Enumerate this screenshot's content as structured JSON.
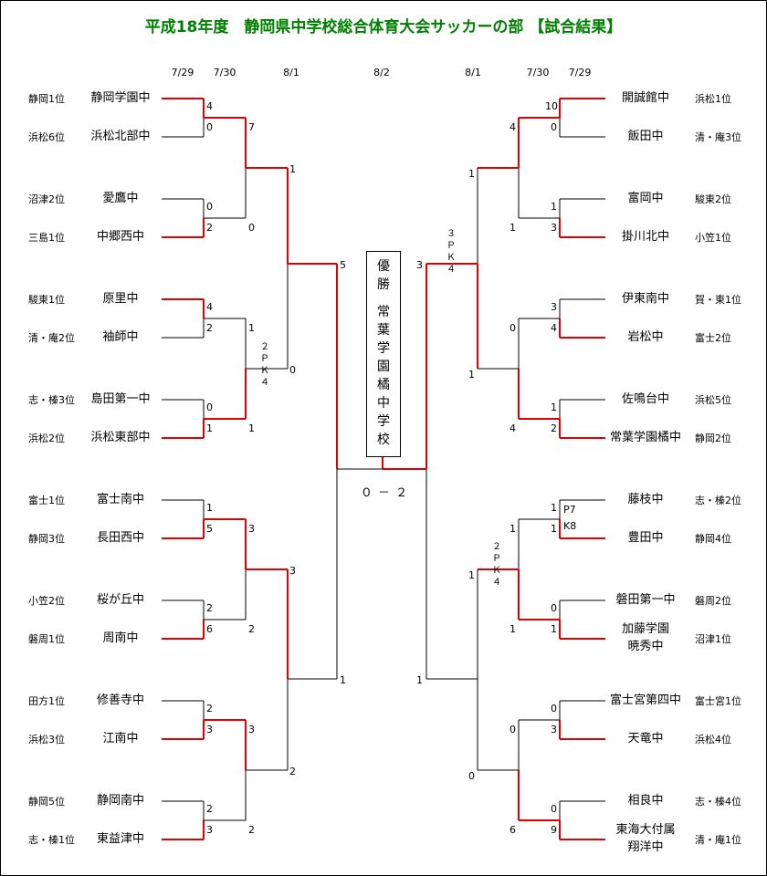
{
  "title": "平成18年度　静岡県中学校総合体育大会サッカーの部 【試合結果】",
  "dates_left": [
    "7/29",
    "7/30",
    "8/1"
  ],
  "date_center": "8/2",
  "dates_right": [
    "8/1",
    "7/30",
    "7/29"
  ],
  "left_teams": [
    {
      "rank": "静岡1位",
      "name": "静岡学園中"
    },
    {
      "rank": "浜松6位",
      "name": "浜松北部中"
    },
    {
      "rank": "沼津2位",
      "name": "愛鷹中"
    },
    {
      "rank": "三島1位",
      "name": "中郷西中"
    },
    {
      "rank": "駿東1位",
      "name": "原里中"
    },
    {
      "rank": "清・庵2位",
      "name": "袖師中"
    },
    {
      "rank": "志・榛3位",
      "name": "島田第一中"
    },
    {
      "rank": "浜松2位",
      "name": "浜松東部中"
    },
    {
      "rank": "富士1位",
      "name": "富士南中"
    },
    {
      "rank": "静岡3位",
      "name": "長田西中"
    },
    {
      "rank": "小笠2位",
      "name": "桜が丘中"
    },
    {
      "rank": "磐周1位",
      "name": "周南中"
    },
    {
      "rank": "田方1位",
      "name": "修善寺中"
    },
    {
      "rank": "浜松3位",
      "name": "江南中"
    },
    {
      "rank": "静岡5位",
      "name": "静岡南中"
    },
    {
      "rank": "志・榛1位",
      "name": "東益津中"
    }
  ],
  "right_teams": [
    {
      "name": "開誠館中",
      "rank": "浜松1位"
    },
    {
      "name": "飯田中",
      "rank": "清・庵3位"
    },
    {
      "name": "富岡中",
      "rank": "駿東2位"
    },
    {
      "name": "掛川北中",
      "rank": "小笠1位"
    },
    {
      "name": "伊東南中",
      "rank": "賀・東1位"
    },
    {
      "name": "岩松中",
      "rank": "富士2位"
    },
    {
      "name": "佐鳴台中",
      "rank": "浜松5位"
    },
    {
      "name": "常葉学園橘中",
      "rank": "静岡2位"
    },
    {
      "name": "藤枝中",
      "rank": "志・榛2位"
    },
    {
      "name": "豊田中",
      "rank": "静岡4位"
    },
    {
      "name": "磐田第一中",
      "rank": "磐周2位"
    },
    {
      "name": "加藤学園\n暁秀中",
      "rank": "沼津1位"
    },
    {
      "name": "富士宮第四中",
      "rank": "富士宮1位"
    },
    {
      "name": "天竜中",
      "rank": "浜松4位"
    },
    {
      "name": "相良中",
      "rank": "志・榛4位"
    },
    {
      "name": "東海大付属\n翔洋中",
      "rank": "清・庵1位"
    }
  ],
  "scores_left_r1": [
    "4",
    "0",
    "0",
    "2",
    "4",
    "2",
    "0",
    "1",
    "1",
    "5",
    "2",
    "6",
    "2",
    "3",
    "2",
    "3"
  ],
  "scores_left_r2": [
    "7",
    "0",
    "1",
    "1",
    "3",
    "2",
    "3",
    "2"
  ],
  "pk_left_r2": "２ＰＫ４",
  "scores_left_r3": [
    "1",
    "0",
    "3",
    "2"
  ],
  "scores_left_r4": [
    "5",
    "1"
  ],
  "scores_right_r1": [
    "10",
    "0",
    "1",
    "3",
    "3",
    "4",
    "1",
    "2",
    "1",
    "1",
    "0",
    "1",
    "0",
    "3",
    "0",
    "9"
  ],
  "pk_right_r1": [
    "P7",
    "K8"
  ],
  "scores_right_r2": [
    "4",
    "1",
    "0",
    "4",
    "1",
    "1",
    "0",
    "6"
  ],
  "pk_right_r2": "２ＰＫ４",
  "scores_right_r3": [
    "1",
    "1",
    "1",
    "0"
  ],
  "pk_right_r3": "３ＰＫ４",
  "scores_right_r4": [
    "3",
    "1"
  ],
  "champion_label": "優勝",
  "champion_team": "常葉学園橘中学校",
  "final_score": "０ － ２",
  "colors": {
    "title": "#008000",
    "winner_line": "#e00000",
    "line": "#000000"
  }
}
